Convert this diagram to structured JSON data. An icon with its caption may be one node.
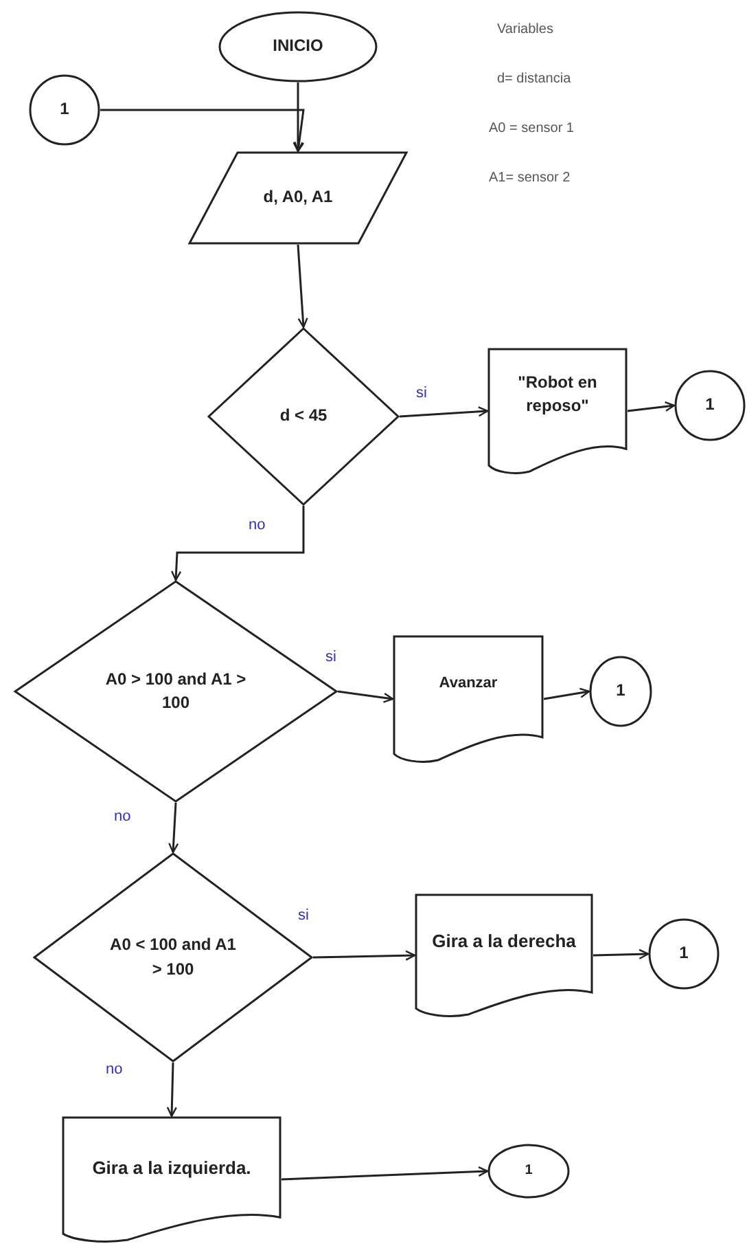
{
  "diagram": {
    "nodes": [
      {
        "text": [
          "1"
        ]
      },
      {
        "text": [
          "INICIO"
        ]
      },
      {
        "text": [
          "d, A0, A1"
        ]
      },
      {
        "text": [
          "d < 45"
        ]
      },
      {
        "text": [
          "\"Robot en reposo\""
        ]
      },
      {
        "text": [
          "1"
        ]
      },
      {
        "text": [
          "A0 > 100 and A1 > 100"
        ]
      },
      {
        "text": [
          "Avanzar"
        ]
      },
      {
        "text": [
          "1"
        ]
      },
      {
        "text": [
          "A0 < 100 and A1 > 100"
        ]
      },
      {
        "text": [
          "Gira a la derecha"
        ]
      },
      {
        "text": [
          "1"
        ]
      },
      {
        "text": [
          "Gira a la izquierda."
        ]
      },
      {
        "text": [
          "1"
        ]
      }
    ],
    "edges": [
      {
        "from": 0,
        "to": 2,
        "arrow": "to"
      },
      {
        "from": 1,
        "to": 2,
        "arrow": "to"
      },
      {
        "from": 2,
        "to": 3,
        "arrow": "to"
      },
      {
        "from": 3,
        "to": 4,
        "arrow": "to",
        "label": "si"
      },
      {
        "from": 4,
        "to": 5,
        "arrow": "to"
      },
      {
        "from": 3,
        "to": 6,
        "arrow": "to",
        "label": "no"
      },
      {
        "from": 6,
        "to": 7,
        "arrow": "to",
        "label": "si"
      },
      {
        "from": 7,
        "to": 8,
        "arrow": "to"
      },
      {
        "from": 6,
        "to": 9,
        "arrow": "to",
        "label": "no"
      },
      {
        "from": 9,
        "to": 10,
        "arrow": "to",
        "label": "si"
      },
      {
        "from": 10,
        "to": 11,
        "arrow": "to"
      },
      {
        "from": 9,
        "to": 12,
        "arrow": "to",
        "label": "no"
      },
      {
        "from": 12,
        "to": 13,
        "arrow": "to"
      }
    ],
    "labels": [
      "Variables",
      "d= distancia",
      "A0 = sensor 1",
      "A1= sensor 2"
    ]
  }
}
